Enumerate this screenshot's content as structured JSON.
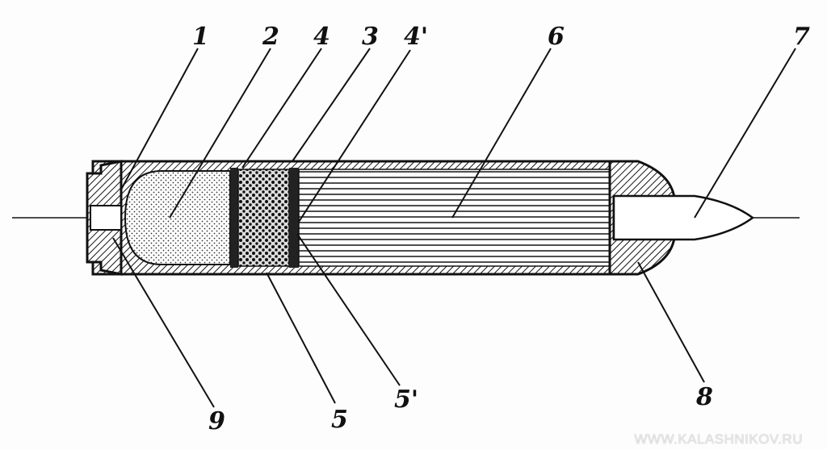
{
  "labels": {
    "l1": "1",
    "l2": "2",
    "l4": "4",
    "l3": "3",
    "l4p": "4'",
    "l6": "6",
    "l7": "7",
    "l9": "9",
    "l5": "5",
    "l5p": "5'",
    "l8": "8"
  },
  "watermark": "WWW.KALASHNIKOV.RU",
  "colors": {
    "ink": "#111111",
    "paper": "#fdfdfd"
  }
}
